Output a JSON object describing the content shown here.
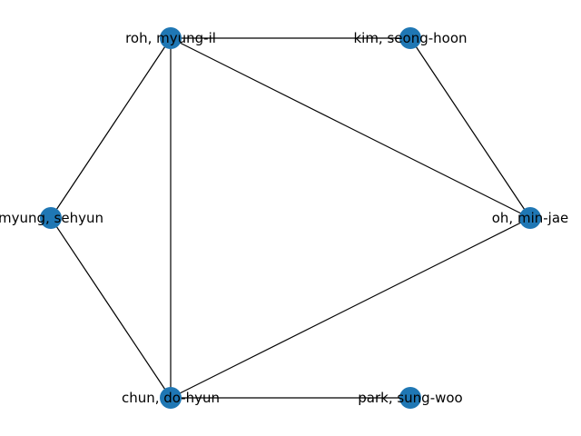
{
  "graph": {
    "node_color": "#1f77b4",
    "edge_color": "#000000",
    "nodes": [
      {
        "id": "roh",
        "label": "roh, myung-il"
      },
      {
        "id": "kim",
        "label": "kim, seong-hoon"
      },
      {
        "id": "myung",
        "label": "myung, sehyun"
      },
      {
        "id": "oh",
        "label": "oh, min-jae"
      },
      {
        "id": "chun",
        "label": "chun, do-hyun"
      },
      {
        "id": "park",
        "label": "park, sung-woo"
      }
    ],
    "edges": [
      [
        "roh",
        "kim"
      ],
      [
        "roh",
        "myung"
      ],
      [
        "roh",
        "chun"
      ],
      [
        "roh",
        "oh"
      ],
      [
        "kim",
        "oh"
      ],
      [
        "myung",
        "chun"
      ],
      [
        "chun",
        "oh"
      ],
      [
        "chun",
        "park"
      ]
    ]
  }
}
